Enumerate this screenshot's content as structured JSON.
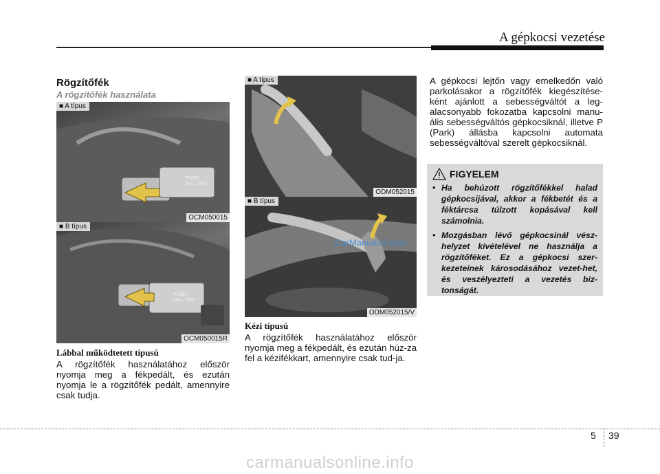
{
  "header": {
    "title": "A gépkocsi vezetése"
  },
  "section": {
    "title": "Rögzítőfék",
    "subtitle": "A rögzítőfék használata"
  },
  "figures": {
    "foot_a": {
      "tag": "■ A típus",
      "code": "OCM050015",
      "button_text": "PUSH ON↔OFF"
    },
    "foot_b": {
      "tag": "■ B típus",
      "code": "OCM050015R",
      "button_text": "PUSH ON↔OFF"
    },
    "hand_a": {
      "tag": "■ A típus",
      "code": "ODM052015"
    },
    "hand_b": {
      "tag": "■ B típus",
      "code": "ODM052015/V"
    }
  },
  "column1": {
    "heading": "Lábbal működtetett típusú",
    "text": "A rögzítőfék használatához először nyomja meg a fékpedált, és ezután nyomja le a rögzítőfék pedált, amennyire csak tudja."
  },
  "column2": {
    "heading": "Kézi típusú",
    "text": "A rögzítőfék használatához először nyomja meg a fékpedált, és ezután húz-za fel a kézifékkart, amennyire csak tud-ja."
  },
  "column3": {
    "text": "A gépkocsi lejtőn vagy emelkedőn való parkolásakor a rögzítőfék kiegészítése-ként ajánlott a sebességváltót a leg-alacsonyabb fokozatba kapcsolni manu-ális sebességváltós gépkocsiknál, illetve P (Park) állásba kapcsolni automata sebességváltóval szerelt gépkocsiknál."
  },
  "warning": {
    "title": "FIGYELEM",
    "items": [
      "Ha behúzott rögzítőfékkel halad gépkocsijával, akkor a fékbetét és a féktárcsa túlzott kopásával kell számolnia.",
      "Mozgásban lévő gépkocsinál vész-helyzet kivételével ne használja a rögzítőféket. Ez a gépkocsi szer-kezeteinek károsodásához vezet-het, és veszélyezteti a vezetés biz-tonságát."
    ]
  },
  "footer": {
    "chapter": "5",
    "page": "39"
  },
  "watermarks": {
    "bottom": "carmanualsonline.info",
    "overlay": "CarManuals2.com"
  }
}
